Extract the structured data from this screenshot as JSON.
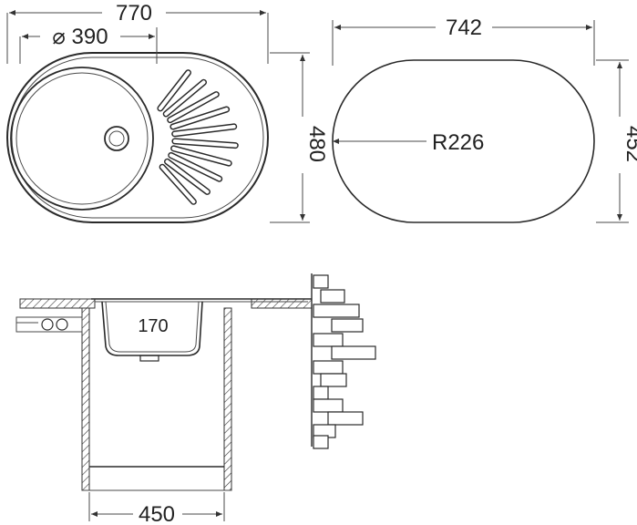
{
  "dimensions": {
    "sink_width": "770",
    "bowl_diameter": "⌀ 390",
    "sink_depth": "480",
    "cutout_width": "742",
    "cutout_radius": "R226",
    "cutout_depth": "452",
    "bowl_height": "170",
    "cabinet_width": "450"
  },
  "colors": {
    "line": "#2a2a2a",
    "fill_light": "#f2f2f2",
    "background": "#ffffff"
  }
}
